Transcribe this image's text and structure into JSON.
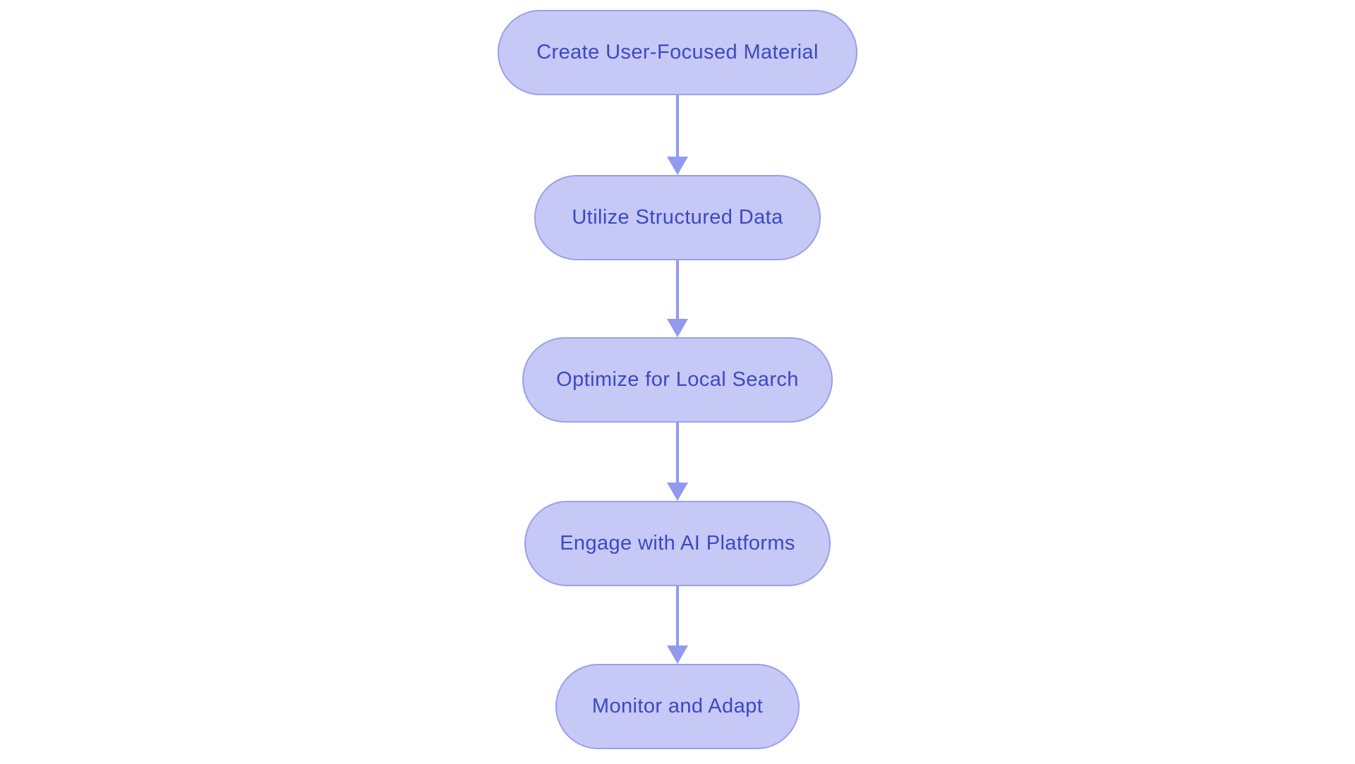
{
  "diagram": {
    "type": "flowchart",
    "direction": "top-down",
    "colors": {
      "node_fill": "#c6c8f6",
      "node_border": "#9aa0e9",
      "arrow": "#929af0",
      "text": "#3d48c3",
      "background": "#ffffff"
    },
    "nodes": [
      {
        "id": "n1",
        "label": "Create User-Focused Material"
      },
      {
        "id": "n2",
        "label": "Utilize Structured Data"
      },
      {
        "id": "n3",
        "label": "Optimize for Local Search"
      },
      {
        "id": "n4",
        "label": "Engage with AI Platforms"
      },
      {
        "id": "n5",
        "label": "Monitor and Adapt"
      }
    ],
    "edges": [
      {
        "from": "n1",
        "to": "n2"
      },
      {
        "from": "n2",
        "to": "n3"
      },
      {
        "from": "n3",
        "to": "n4"
      },
      {
        "from": "n4",
        "to": "n5"
      }
    ]
  }
}
